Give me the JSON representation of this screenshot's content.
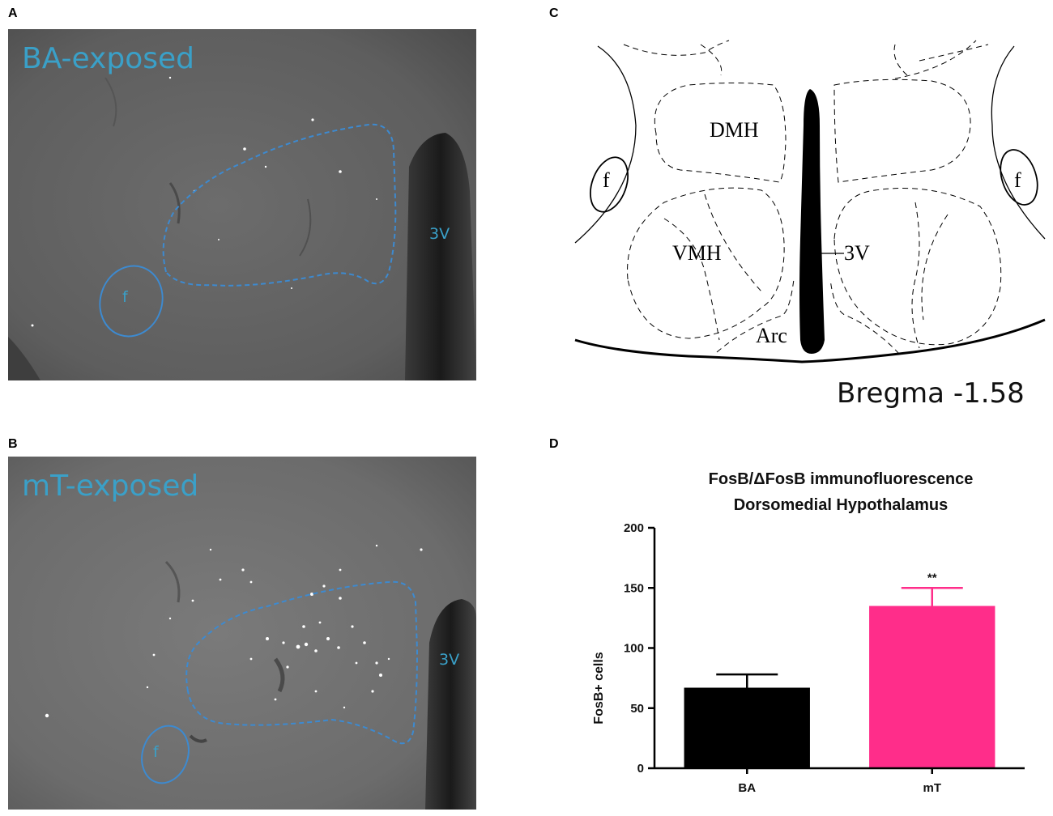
{
  "panels": {
    "a": {
      "letter": "A",
      "title": "BA-exposed",
      "label_f": "f",
      "label_3v": "3V"
    },
    "b": {
      "letter": "B",
      "title": "mT-exposed",
      "label_f": "f",
      "label_3v": "3V"
    },
    "c": {
      "letter": "C",
      "labels": {
        "dmh": "DMH",
        "vmh": "VMH",
        "f_left": "f",
        "f_right": "f",
        "v3": "3V",
        "arc": "Arc"
      },
      "bregma": "Bregma -1.58"
    },
    "d": {
      "letter": "D"
    }
  },
  "chart_data": {
    "type": "bar",
    "title": [
      "FosB/ΔFosB immunofluorescence",
      "Dorsomedial Hypothalamus"
    ],
    "ylabel": "FosB+ cells",
    "xlabel": "",
    "categories": [
      "BA",
      "mT"
    ],
    "values": [
      67,
      135
    ],
    "errors": [
      11,
      15
    ],
    "colors": [
      "#000000",
      "#ff2d8a"
    ],
    "significance": [
      "",
      "**"
    ],
    "ylim": [
      0,
      200
    ],
    "yticks": [
      0,
      50,
      100,
      150,
      200
    ],
    "grid": false
  }
}
